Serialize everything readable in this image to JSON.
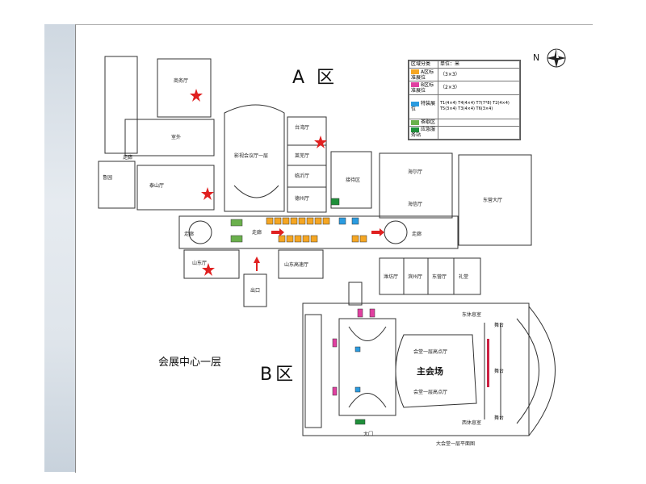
{
  "map": {
    "zone_a": "A 区",
    "zone_b": "B区",
    "floor_caption": "会展中心一层",
    "main_venue": "主会场",
    "b_floor_caption": "大会堂一层平面图",
    "compass_letter": "N"
  },
  "legend": {
    "header_left": "区域分类",
    "header_right": "单位：米",
    "rows": [
      {
        "label": "A区标准展位",
        "value": "（3×3）",
        "color": "#f5a623"
      },
      {
        "label": "B区标准展位",
        "value": "（2×3）",
        "color": "#e040a0"
      },
      {
        "label": "特装展位",
        "value": "T1(4×4) T4(4×4) T7(7*8) T2(4×4) T5(3×4) T3(4×4) T6(3×4)",
        "color": "#2a9be0"
      },
      {
        "label": "茶歇区",
        "value": "",
        "color": "#6ab04c"
      },
      {
        "label": "应急服务站",
        "value": "",
        "color": "#1f8f3a"
      }
    ]
  },
  "rooms": {
    "r1": "商务厅",
    "r2": "室外",
    "r3": "走廊",
    "r4": "影视会议厅一层",
    "r5": "鲁园",
    "r6": "泰山厅",
    "r7": "台湾厅",
    "r8": "莱芜厅",
    "r9": "临沂厅",
    "r10": "德州厅",
    "r11": "走廊",
    "r12": "山东厅",
    "r13": "山东高速厅",
    "r14": "出口",
    "r15": "海尔厅",
    "r16": "海信厅",
    "r17": "东营大厅",
    "r18": "接待区",
    "r19": "潍坊厅",
    "r20": "滨州厅",
    "r21": "东营厅",
    "r22": "礼堂",
    "r23": "会堂一层高点厅",
    "r24": "会堂一层高点厅",
    "r25": "舞台",
    "r26": "舞台",
    "r27": "舞台",
    "r28": "东休息室",
    "r29": "西休息室",
    "r30": "大门",
    "r31": "走廊",
    "r32": "走廊"
  }
}
